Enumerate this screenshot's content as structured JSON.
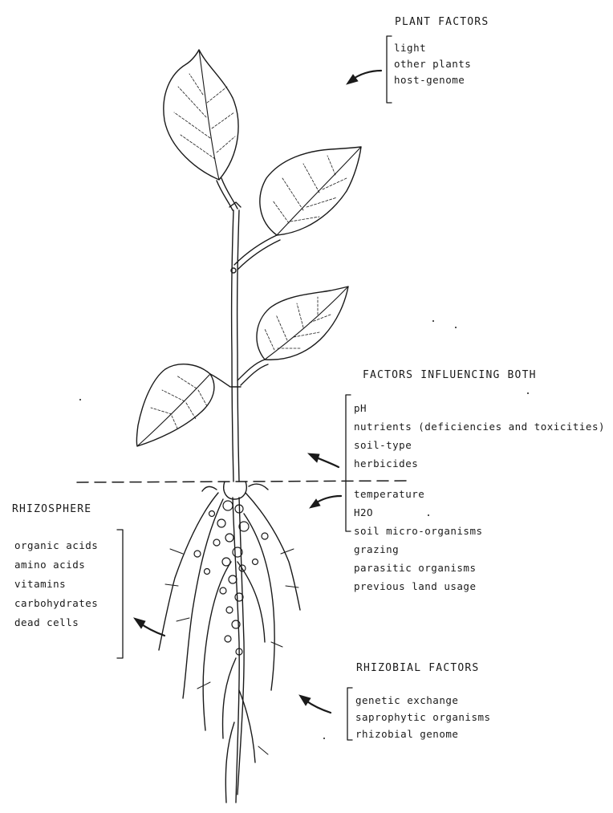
{
  "plant_factors": {
    "heading": "PLANT FACTORS",
    "items": [
      "light",
      "other plants",
      "host-genome"
    ]
  },
  "factors_both": {
    "heading": "FACTORS INFLUENCING BOTH",
    "items_above": [
      "pH",
      "nutrients (deficiencies and toxicities)",
      "soil-type",
      "herbicides"
    ],
    "items_below": [
      "temperature",
      "H2O",
      "soil micro-organisms",
      "grazing",
      "parasitic organisms",
      "previous land usage"
    ]
  },
  "rhizosphere": {
    "heading": "RHIZOSPHERE",
    "items": [
      "organic acids",
      "amino acids",
      "vitamins",
      "carbohydrates",
      "dead cells"
    ]
  },
  "rhizobial_factors": {
    "heading": "RHIZOBIAL FACTORS",
    "items": [
      "genetic exchange",
      "saprophytic organisms",
      "rhizobial genome"
    ]
  },
  "ink_color": "#1a1a1a"
}
